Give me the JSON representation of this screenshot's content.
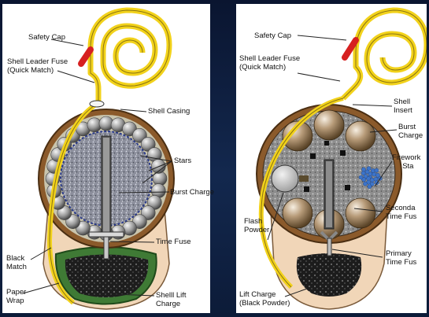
{
  "left_diagram": {
    "labels": {
      "safety_cap": "Safety Cap",
      "leader_fuse": "Shell Leader Fuse\n(Quick Match)",
      "shell_casing": "Shell Casing",
      "stars": "Stars",
      "burst_charge": "Burst Charge",
      "black_match": "Black\nMatch",
      "time_fuse": "Time Fuse",
      "paper_wrap": "Paper\nWrap",
      "lift_charge": "Shelll Lift\nCharge"
    }
  },
  "right_diagram": {
    "labels": {
      "safety_cap": "Safety Cap",
      "leader_fuse": "Shell Leader Fuse\n(Quick Match)",
      "shell_insert": "Shell\nInsert",
      "burst_charge": "Burst\nCharge",
      "fireworks_stars": "Firework\n     Sta",
      "flash_powder": "Flash\nPowder",
      "secondary_fuse": "Seconda\nTime Fus",
      "primary_fuse": "Primary\nTime Fus",
      "lift_charge": "Lift Charge\n(Black Powder)"
    }
  },
  "colors": {
    "background": "#0b1a33",
    "fuse": "#f2d21b",
    "safety_cap": "#d62020",
    "casing": "#8b5a2b",
    "lift_bag": "#f1d6b8",
    "star": "#8f8f8f",
    "lift_charge_green": "#3f7a35"
  }
}
